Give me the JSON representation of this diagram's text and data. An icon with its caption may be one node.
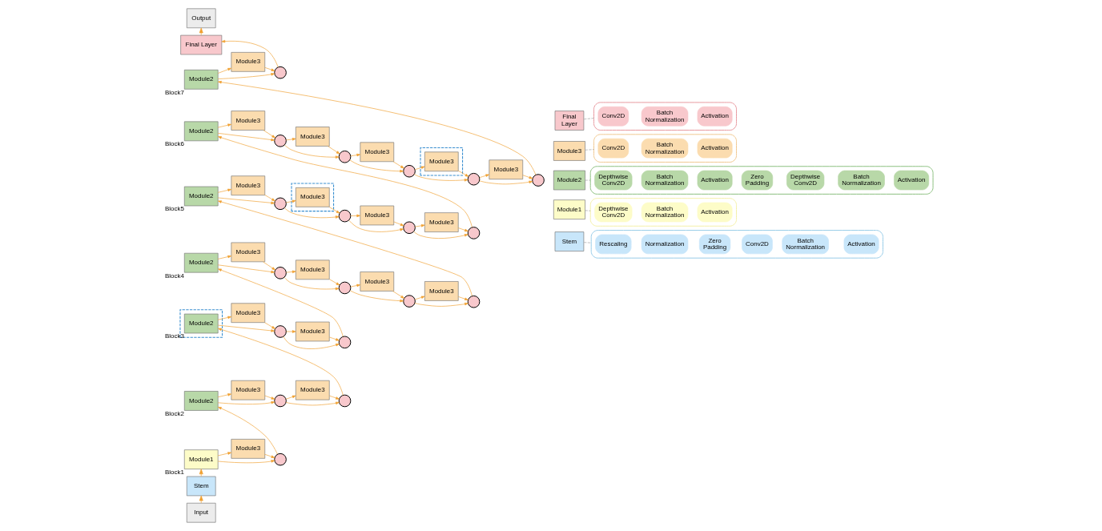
{
  "diagram": {
    "nodes": [
      {
        "text": [
          "Output"
        ]
      },
      {
        "text": [
          "Final Layer"
        ]
      },
      {
        "text": [
          "Module2"
        ],
        "beside": [
          "Block7"
        ]
      },
      {
        "text": [
          "Module3"
        ]
      },
      {
        "text": [],
        "shape": "circle"
      },
      {
        "text": [
          "Module2"
        ],
        "beside": [
          "Block6"
        ]
      },
      {
        "text": [
          "Module3"
        ]
      },
      {
        "text": [],
        "shape": "circle"
      },
      {
        "text": [
          "Module3"
        ]
      },
      {
        "text": [],
        "shape": "circle"
      },
      {
        "text": [
          "Module3"
        ]
      },
      {
        "text": [],
        "shape": "circle"
      },
      {
        "text": [],
        "shape": "box"
      },
      {
        "text": [
          "Module3"
        ],
        "in": 12
      },
      {
        "text": [],
        "shape": "circle"
      },
      {
        "text": [
          "Module3"
        ]
      },
      {
        "text": [],
        "shape": "circle"
      },
      {
        "text": [
          "Module2"
        ],
        "beside": [
          "Block5"
        ]
      },
      {
        "text": [
          "Module3"
        ]
      },
      {
        "text": [],
        "shape": "circle"
      },
      {
        "text": [],
        "shape": "box"
      },
      {
        "text": [
          "Module3"
        ],
        "in": 20
      },
      {
        "text": [],
        "shape": "circle"
      },
      {
        "text": [
          "Module3"
        ]
      },
      {
        "text": [],
        "shape": "circle"
      },
      {
        "text": [
          "Module3"
        ]
      },
      {
        "text": [],
        "shape": "circle"
      },
      {
        "text": [
          "Module2"
        ],
        "beside": [
          "Block4"
        ]
      },
      {
        "text": [
          "Module3"
        ]
      },
      {
        "text": [],
        "shape": "circle"
      },
      {
        "text": [
          "Module3"
        ]
      },
      {
        "text": [],
        "shape": "circle"
      },
      {
        "text": [
          "Module3"
        ]
      },
      {
        "text": [],
        "shape": "circle"
      },
      {
        "text": [
          "Module3"
        ]
      },
      {
        "text": [],
        "shape": "circle"
      },
      {
        "text": [],
        "shape": "box"
      },
      {
        "text": [
          "Module2"
        ],
        "in": 36,
        "beside": [
          "Block3"
        ]
      },
      {
        "text": [
          "Module3"
        ]
      },
      {
        "text": [],
        "shape": "circle"
      },
      {
        "text": [
          "Module3"
        ]
      },
      {
        "text": [],
        "shape": "circle"
      },
      {
        "text": [
          "Module2"
        ],
        "beside": [
          "Block2"
        ]
      },
      {
        "text": [
          "Module3"
        ]
      },
      {
        "text": [],
        "shape": "circle"
      },
      {
        "text": [
          "Module3"
        ]
      },
      {
        "text": [],
        "shape": "circle"
      },
      {
        "text": [
          "Module1"
        ],
        "beside": [
          "Block1"
        ]
      },
      {
        "text": [
          "Module3"
        ]
      },
      {
        "text": [],
        "shape": "circle"
      },
      {
        "text": [
          "Stem"
        ]
      },
      {
        "text": [
          "Input"
        ]
      },
      {
        "text": [
          "Final Layer"
        ]
      },
      {
        "text": [],
        "shape": "box"
      },
      {
        "text": [
          "Conv2D"
        ],
        "in": 53
      },
      {
        "text": [
          "Batch Normalization"
        ],
        "in": 53
      },
      {
        "text": [
          "Activation"
        ],
        "in": 53
      },
      {
        "text": [
          "Module3"
        ]
      },
      {
        "text": [],
        "shape": "box"
      },
      {
        "text": [
          "Conv2D"
        ],
        "in": 58
      },
      {
        "text": [
          "Batch Normalization"
        ],
        "in": 58
      },
      {
        "text": [
          "Activation"
        ],
        "in": 58
      },
      {
        "text": [
          "Module2"
        ]
      },
      {
        "text": [],
        "shape": "box"
      },
      {
        "text": [
          "Depthwise Conv2D"
        ],
        "in": 63
      },
      {
        "text": [
          "Batch Normalization"
        ],
        "in": 63
      },
      {
        "text": [
          "Activation"
        ],
        "in": 63
      },
      {
        "text": [
          "Zero Padding"
        ],
        "in": 63
      },
      {
        "text": [
          "Depthwise Conv2D"
        ],
        "in": 63
      },
      {
        "text": [
          "Batch Normalization"
        ],
        "in": 63
      },
      {
        "text": [
          "Activation"
        ],
        "in": 63
      },
      {
        "text": [
          "Module1"
        ]
      },
      {
        "text": [],
        "shape": "box"
      },
      {
        "text": [
          "Depthwise Conv2D"
        ],
        "in": 72
      },
      {
        "text": [
          "Batch Normalization"
        ],
        "in": 72
      },
      {
        "text": [
          "Activation"
        ],
        "in": 72
      },
      {
        "text": [
          "Stem"
        ]
      },
      {
        "text": [],
        "shape": "box"
      },
      {
        "text": [
          "Rescaling"
        ],
        "in": 77
      },
      {
        "text": [
          "Normalization"
        ],
        "in": 77
      },
      {
        "text": [
          "Zero Padding"
        ],
        "in": 77
      },
      {
        "text": [
          "Conv2D"
        ],
        "in": 77
      },
      {
        "text": [
          "Batch Normalization"
        ],
        "in": 77
      },
      {
        "text": [
          "Activation"
        ],
        "in": 77
      }
    ],
    "edges": [
      {
        "from": 51,
        "to": 50,
        "arrow": "to"
      },
      {
        "from": 50,
        "to": 47,
        "arrow": "to"
      },
      {
        "from": 47,
        "to": 48,
        "arrow": "to"
      },
      {
        "from": 48,
        "to": 49,
        "arrow": "to"
      },
      {
        "from": 47,
        "to": 49,
        "arrow": "to"
      },
      {
        "from": 49,
        "to": 42,
        "arrow": "to"
      },
      {
        "from": 42,
        "to": 43,
        "arrow": "to"
      },
      {
        "from": 43,
        "to": 44,
        "arrow": "to"
      },
      {
        "from": 42,
        "to": 44,
        "arrow": "to"
      },
      {
        "from": 44,
        "to": 45,
        "arrow": "to"
      },
      {
        "from": 45,
        "to": 46,
        "arrow": "to"
      },
      {
        "from": 44,
        "to": 46,
        "arrow": "to"
      },
      {
        "from": 46,
        "to": 37,
        "arrow": "to"
      },
      {
        "from": 37,
        "to": 38,
        "arrow": "to"
      },
      {
        "from": 38,
        "to": 39,
        "arrow": "to"
      },
      {
        "from": 37,
        "to": 39,
        "arrow": "to"
      },
      {
        "from": 39,
        "to": 40,
        "arrow": "to"
      },
      {
        "from": 40,
        "to": 41,
        "arrow": "to"
      },
      {
        "from": 39,
        "to": 41,
        "arrow": "to"
      },
      {
        "from": 41,
        "to": 27,
        "arrow": "to"
      },
      {
        "from": 27,
        "to": 28,
        "arrow": "to"
      },
      {
        "from": 28,
        "to": 29,
        "arrow": "to"
      },
      {
        "from": 27,
        "to": 29,
        "arrow": "to"
      },
      {
        "from": 29,
        "to": 30,
        "arrow": "to"
      },
      {
        "from": 30,
        "to": 31,
        "arrow": "to"
      },
      {
        "from": 29,
        "to": 31,
        "arrow": "to"
      },
      {
        "from": 31,
        "to": 32,
        "arrow": "to"
      },
      {
        "from": 32,
        "to": 33,
        "arrow": "to"
      },
      {
        "from": 31,
        "to": 33,
        "arrow": "to"
      },
      {
        "from": 33,
        "to": 34,
        "arrow": "to"
      },
      {
        "from": 34,
        "to": 35,
        "arrow": "to"
      },
      {
        "from": 33,
        "to": 35,
        "arrow": "to"
      },
      {
        "from": 35,
        "to": 17,
        "arrow": "to"
      },
      {
        "from": 17,
        "to": 18,
        "arrow": "to"
      },
      {
        "from": 18,
        "to": 19,
        "arrow": "to"
      },
      {
        "from": 17,
        "to": 19,
        "arrow": "to"
      },
      {
        "from": 19,
        "to": 21,
        "arrow": "to"
      },
      {
        "from": 21,
        "to": 22,
        "arrow": "to"
      },
      {
        "from": 19,
        "to": 22,
        "arrow": "to"
      },
      {
        "from": 22,
        "to": 23,
        "arrow": "to"
      },
      {
        "from": 23,
        "to": 24,
        "arrow": "to"
      },
      {
        "from": 22,
        "to": 24,
        "arrow": "to"
      },
      {
        "from": 24,
        "to": 25,
        "arrow": "to"
      },
      {
        "from": 25,
        "to": 26,
        "arrow": "to"
      },
      {
        "from": 24,
        "to": 26,
        "arrow": "to"
      },
      {
        "from": 26,
        "to": 5,
        "arrow": "to"
      },
      {
        "from": 5,
        "to": 6,
        "arrow": "to"
      },
      {
        "from": 6,
        "to": 7,
        "arrow": "to"
      },
      {
        "from": 5,
        "to": 7,
        "arrow": "to"
      },
      {
        "from": 7,
        "to": 8,
        "arrow": "to"
      },
      {
        "from": 8,
        "to": 9,
        "arrow": "to"
      },
      {
        "from": 7,
        "to": 9,
        "arrow": "to"
      },
      {
        "from": 9,
        "to": 10,
        "arrow": "to"
      },
      {
        "from": 10,
        "to": 11,
        "arrow": "to"
      },
      {
        "from": 9,
        "to": 11,
        "arrow": "to"
      },
      {
        "from": 11,
        "to": 13,
        "arrow": "to"
      },
      {
        "from": 13,
        "to": 14,
        "arrow": "to"
      },
      {
        "from": 11,
        "to": 14,
        "arrow": "to"
      },
      {
        "from": 14,
        "to": 15,
        "arrow": "to"
      },
      {
        "from": 15,
        "to": 16,
        "arrow": "to"
      },
      {
        "from": 14,
        "to": 16,
        "arrow": "to"
      },
      {
        "from": 16,
        "to": 2,
        "arrow": "to"
      },
      {
        "from": 2,
        "to": 3,
        "arrow": "to"
      },
      {
        "from": 3,
        "to": 4,
        "arrow": "to"
      },
      {
        "from": 2,
        "to": 4,
        "arrow": "to"
      },
      {
        "from": 4,
        "to": 1,
        "arrow": "to"
      },
      {
        "from": 1,
        "to": 0,
        "arrow": "to"
      },
      {
        "from": 52,
        "to": 53,
        "arrow": "none",
        "style": "dashed",
        "color": "#a0a0a0"
      },
      {
        "from": 57,
        "to": 58,
        "arrow": "none",
        "style": "dashed",
        "color": "#a0a0a0"
      },
      {
        "from": 62,
        "to": 63,
        "arrow": "none",
        "style": "dashed",
        "color": "#a0a0a0"
      },
      {
        "from": 71,
        "to": 72,
        "arrow": "none",
        "style": "dashed",
        "color": "#a0a0a0"
      },
      {
        "from": 76,
        "to": 77,
        "arrow": "none",
        "style": "dashed",
        "color": "#a0a0a0"
      }
    ]
  }
}
